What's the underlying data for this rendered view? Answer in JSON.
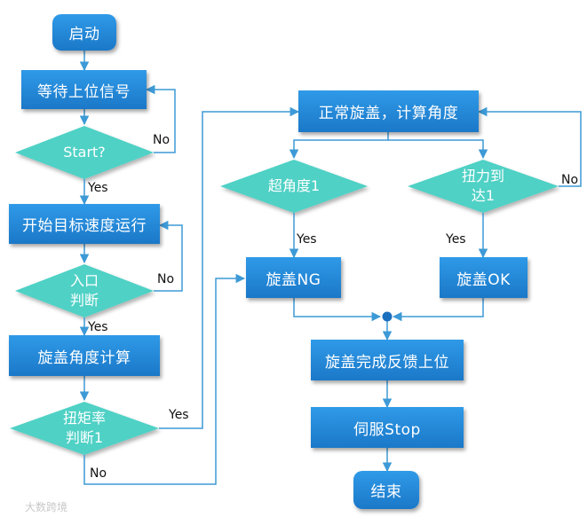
{
  "nodes": {
    "start": "启动",
    "wait_signal": "等待上位信号",
    "start_check": "Start?",
    "run_speed": "开始目标速度运行",
    "entry_check_l1": "入口",
    "entry_check_l2": "判断",
    "calc_angle": "旋盖角度计算",
    "torque_check_l1": "扭矩率",
    "torque_check_l2": "判断1",
    "normal_cap": "正常旋盖，计算角度",
    "over_angle": "超角度1",
    "torque_reach_l1": "扭力到",
    "torque_reach_l2": "达1",
    "cap_ng": "旋盖NG",
    "cap_ok": "旋盖OK",
    "feedback": "旋盖完成反馈上位",
    "servo_stop": "伺服Stop",
    "end": "结束"
  },
  "labels": {
    "no": "No",
    "yes": "Yes"
  },
  "watermark": "大数跨境",
  "colors": {
    "box": "#1f86d6",
    "diamond": "#4fd1c5",
    "line": "#3d9ad6"
  }
}
